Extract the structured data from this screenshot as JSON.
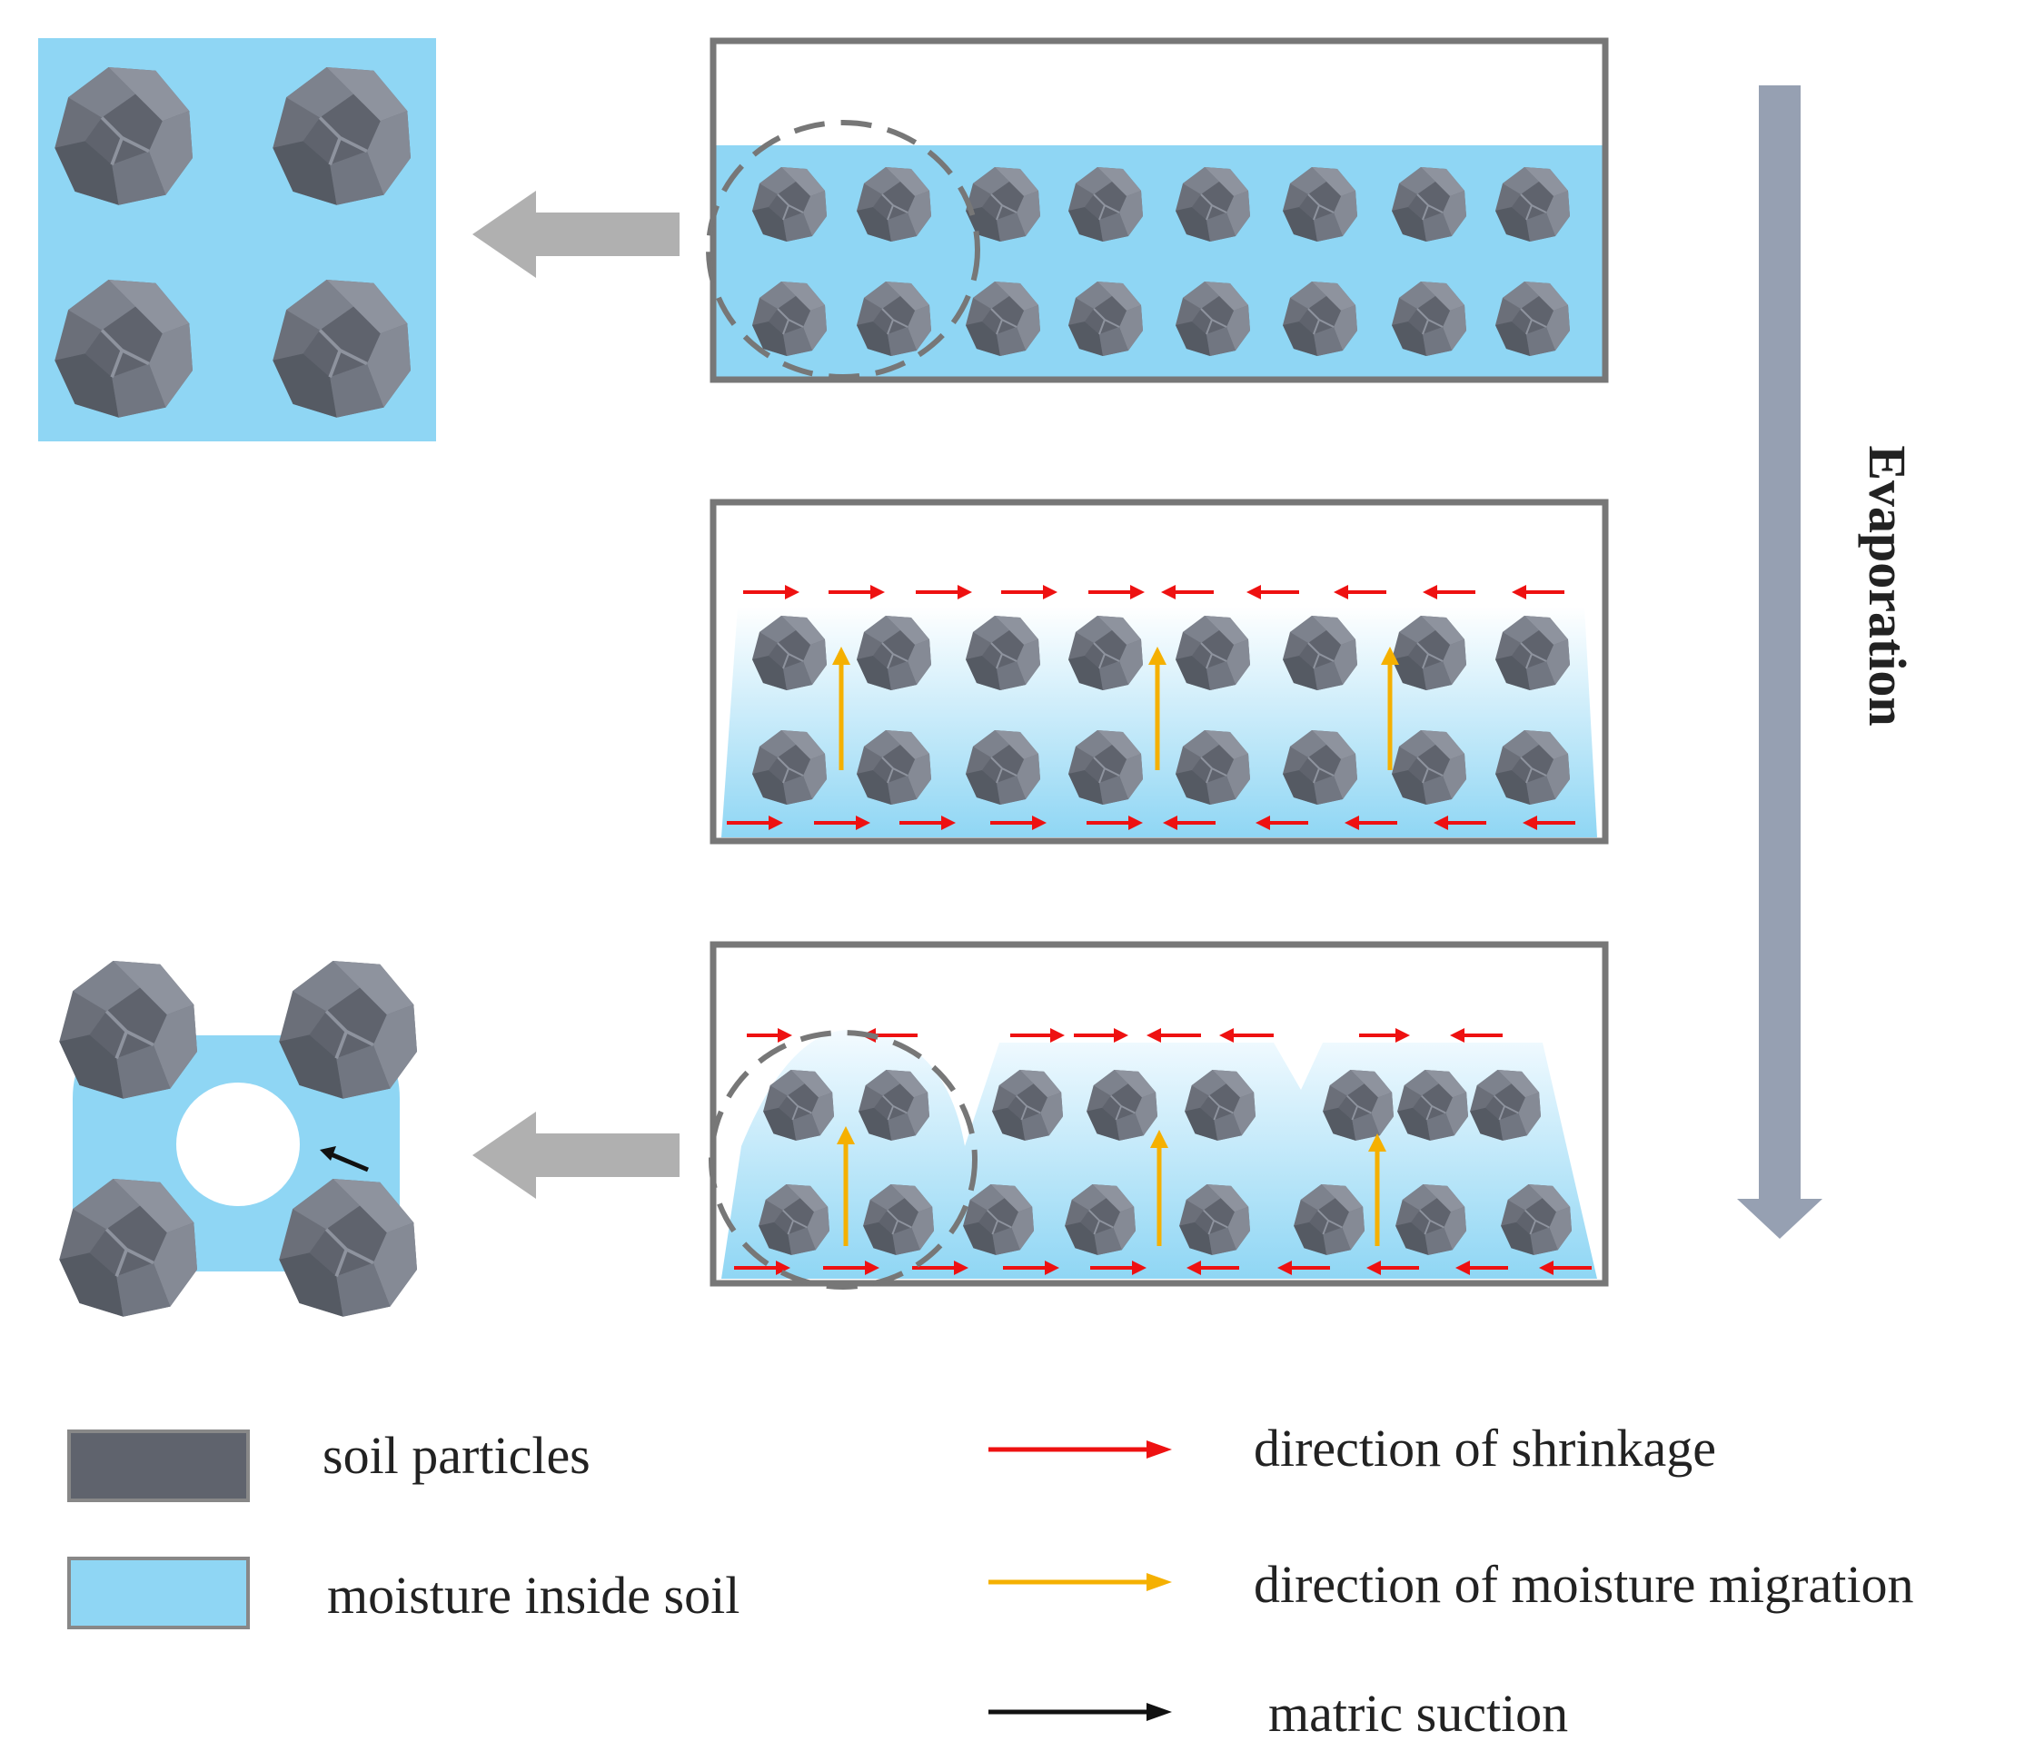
{
  "process_label": "Evaporation",
  "legend": {
    "soil_particles": "soil particles",
    "moisture": "moisture inside soil",
    "shrinkage": "direction of shrinkage",
    "migration": "direction of moisture migration",
    "suction": "matric suction"
  },
  "colors": {
    "water": "#8fd6f4",
    "particle": "#6b6f79",
    "particle_dark": "#4e525c",
    "particle_light": "#8e939e",
    "frame": "#777777",
    "shrinkage_arrow": "#ee1111",
    "migration_arrow": "#f5b000",
    "suction_arrow": "#111111",
    "process_arrow": "#96a0b2",
    "transfer_arrow": "#b0b0b0"
  },
  "icons": {
    "particle": "soil-particle-icon",
    "shrinkage": "red-arrow-icon",
    "migration": "yellow-arrow-icon",
    "suction": "black-arrow-icon"
  }
}
